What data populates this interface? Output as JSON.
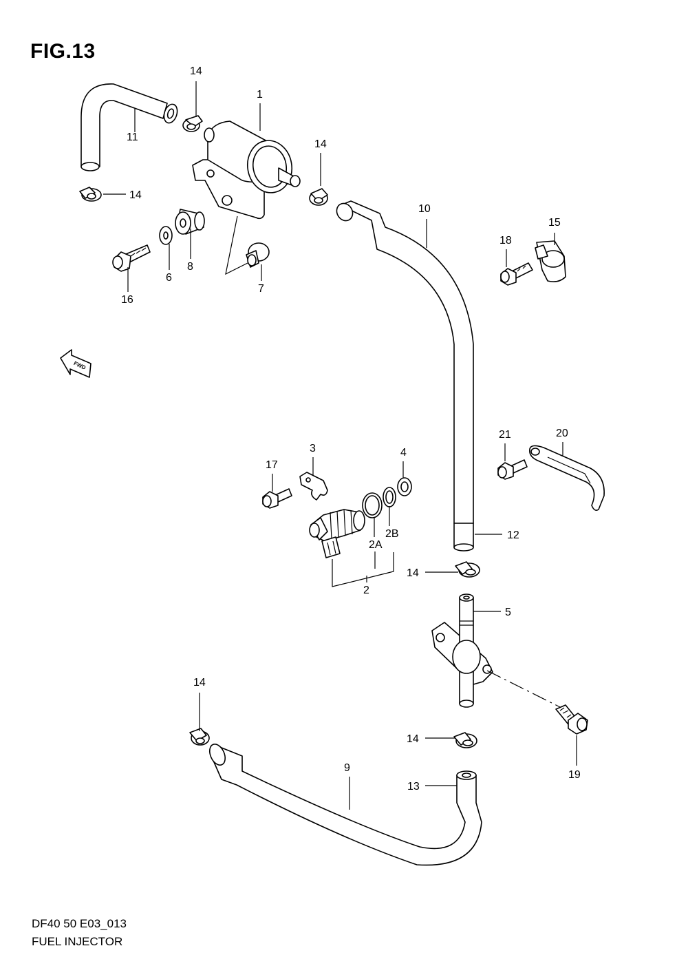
{
  "figure": {
    "title": "FIG.13",
    "code": "DF40 50 E03_013",
    "name": "FUEL INJECTOR",
    "fwd_label": "FWD"
  },
  "callouts": {
    "c1": "1",
    "c2": "2",
    "c2A": "2A",
    "c2B": "2B",
    "c3": "3",
    "c4": "4",
    "c5": "5",
    "c6": "6",
    "c7": "7",
    "c8": "8",
    "c9": "9",
    "c10": "10",
    "c11": "11",
    "c12": "12",
    "c13": "13",
    "c14": "14",
    "c15": "15",
    "c16": "16",
    "c17": "17",
    "c18": "18",
    "c19": "19",
    "c20": "20",
    "c21": "21"
  }
}
